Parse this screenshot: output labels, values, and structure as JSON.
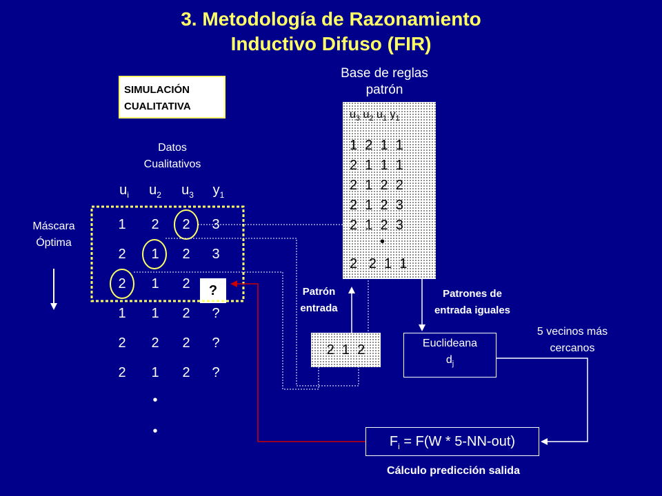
{
  "title": {
    "line1": "3. Metodología de Razonamiento",
    "line2": "Inductivo Difuso (FIR)"
  },
  "sim_box": {
    "line1": "SIMULACIÓN",
    "line2": "CUALITATIVA"
  },
  "datos_label": {
    "line1": "Datos",
    "line2": "Cualitativos"
  },
  "mascara_label": {
    "line1": "Máscara",
    "line2": "Óptima"
  },
  "data_table": {
    "headers": [
      {
        "base": "u",
        "sub": "i"
      },
      {
        "base": "u",
        "sub": "2"
      },
      {
        "base": "u",
        "sub": "3"
      },
      {
        "base": "y",
        "sub": "1"
      }
    ],
    "rows": [
      [
        "1",
        "2",
        "2",
        "3"
      ],
      [
        "2",
        "1",
        "2",
        "3"
      ],
      [
        "2",
        "1",
        "2",
        "?"
      ],
      [
        "1",
        "1",
        "2",
        "?"
      ],
      [
        "2",
        "2",
        "2",
        "?"
      ],
      [
        "2",
        "1",
        "2",
        "?"
      ]
    ],
    "continuation": [
      "•",
      "•"
    ]
  },
  "rule_base": {
    "label_line1": "Base de reglas",
    "label_line2": "patrón",
    "headers": [
      {
        "base": "u",
        "sub": "3"
      },
      {
        "base": "u",
        "sub": "2"
      },
      {
        "base": "u",
        "sub": "1"
      },
      {
        "base": "y",
        "sub": "1"
      }
    ],
    "rows": [
      "1  2  1  1",
      "2  1  1  1",
      "2  1  2  2",
      "2  1  2  3",
      "2  1  2  3"
    ],
    "ellipsis": "•",
    "last_row": "2   2  1  1"
  },
  "patron_entrada": {
    "label_line1": "Patrón",
    "label_line2": "entrada",
    "value": "2  1  2"
  },
  "patrones_iguales": {
    "line1": "Patrones de",
    "line2": "entrada iguales"
  },
  "euclideana": {
    "line1": "Euclideana",
    "d_base": "d",
    "d_sub": "j"
  },
  "vecinos": {
    "line1": "5 vecinos más",
    "line2": "cercanos"
  },
  "formula": {
    "f_base": "F",
    "f_sub": "i",
    "rest": " = F(W * 5-NN-out)"
  },
  "calculo_label": "Cálculo predicción salida",
  "colors": {
    "background": "#00008b",
    "title": "#ffff66",
    "mask": "#ffff66",
    "red_arrow": "#cc0000"
  }
}
